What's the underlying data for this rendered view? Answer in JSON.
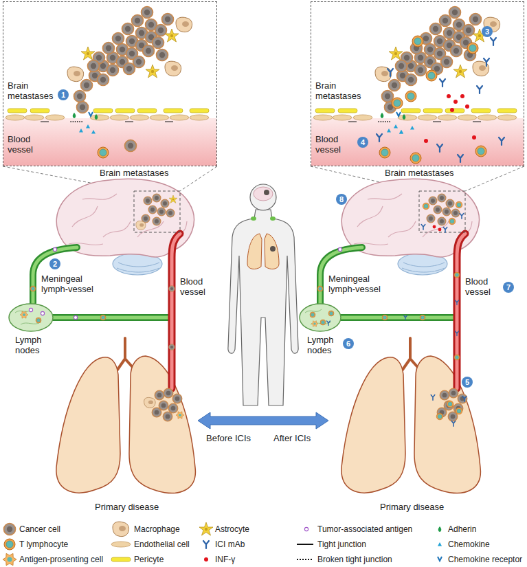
{
  "diagram": {
    "nodes": [
      {
        "text": [
          "Brain metastases",
          "Blood vessel"
        ]
      },
      {
        "text": [
          "Brain metastases",
          "Blood vessel"
        ]
      }
    ],
    "labels": [
      "1",
      "3",
      "4",
      "Brain metastases",
      "2",
      "Meningeal lymph-vessel",
      "Lymph nodes",
      "Blood vessel",
      "Primary disease",
      "8",
      "Brain metastases",
      "Meningeal lymph-vessel",
      "6",
      "Lymph nodes",
      "Blood vessel",
      "7",
      "5",
      "Primary disease",
      "Before ICIs",
      "After ICIs"
    ],
    "legend": [
      {
        "text": "Cancer cell"
      },
      {
        "text": "Macrophage"
      },
      {
        "text": "Astrocyte"
      },
      {
        "text": "Tumor-associated antigen"
      },
      {
        "text": "Adherin"
      },
      {
        "text": "T lymphocyte"
      },
      {
        "text": "Endothelial cell"
      },
      {
        "text": "ICI mAb"
      },
      {
        "text": "Tight junction"
      },
      {
        "text": "Chemokine"
      },
      {
        "text": "Antigen-prosenting cell"
      },
      {
        "text": "Pericyte"
      },
      {
        "text": "INF-γ"
      },
      {
        "text": "Broken tight junction"
      },
      {
        "text": "Chemokine receptor"
      }
    ]
  }
}
